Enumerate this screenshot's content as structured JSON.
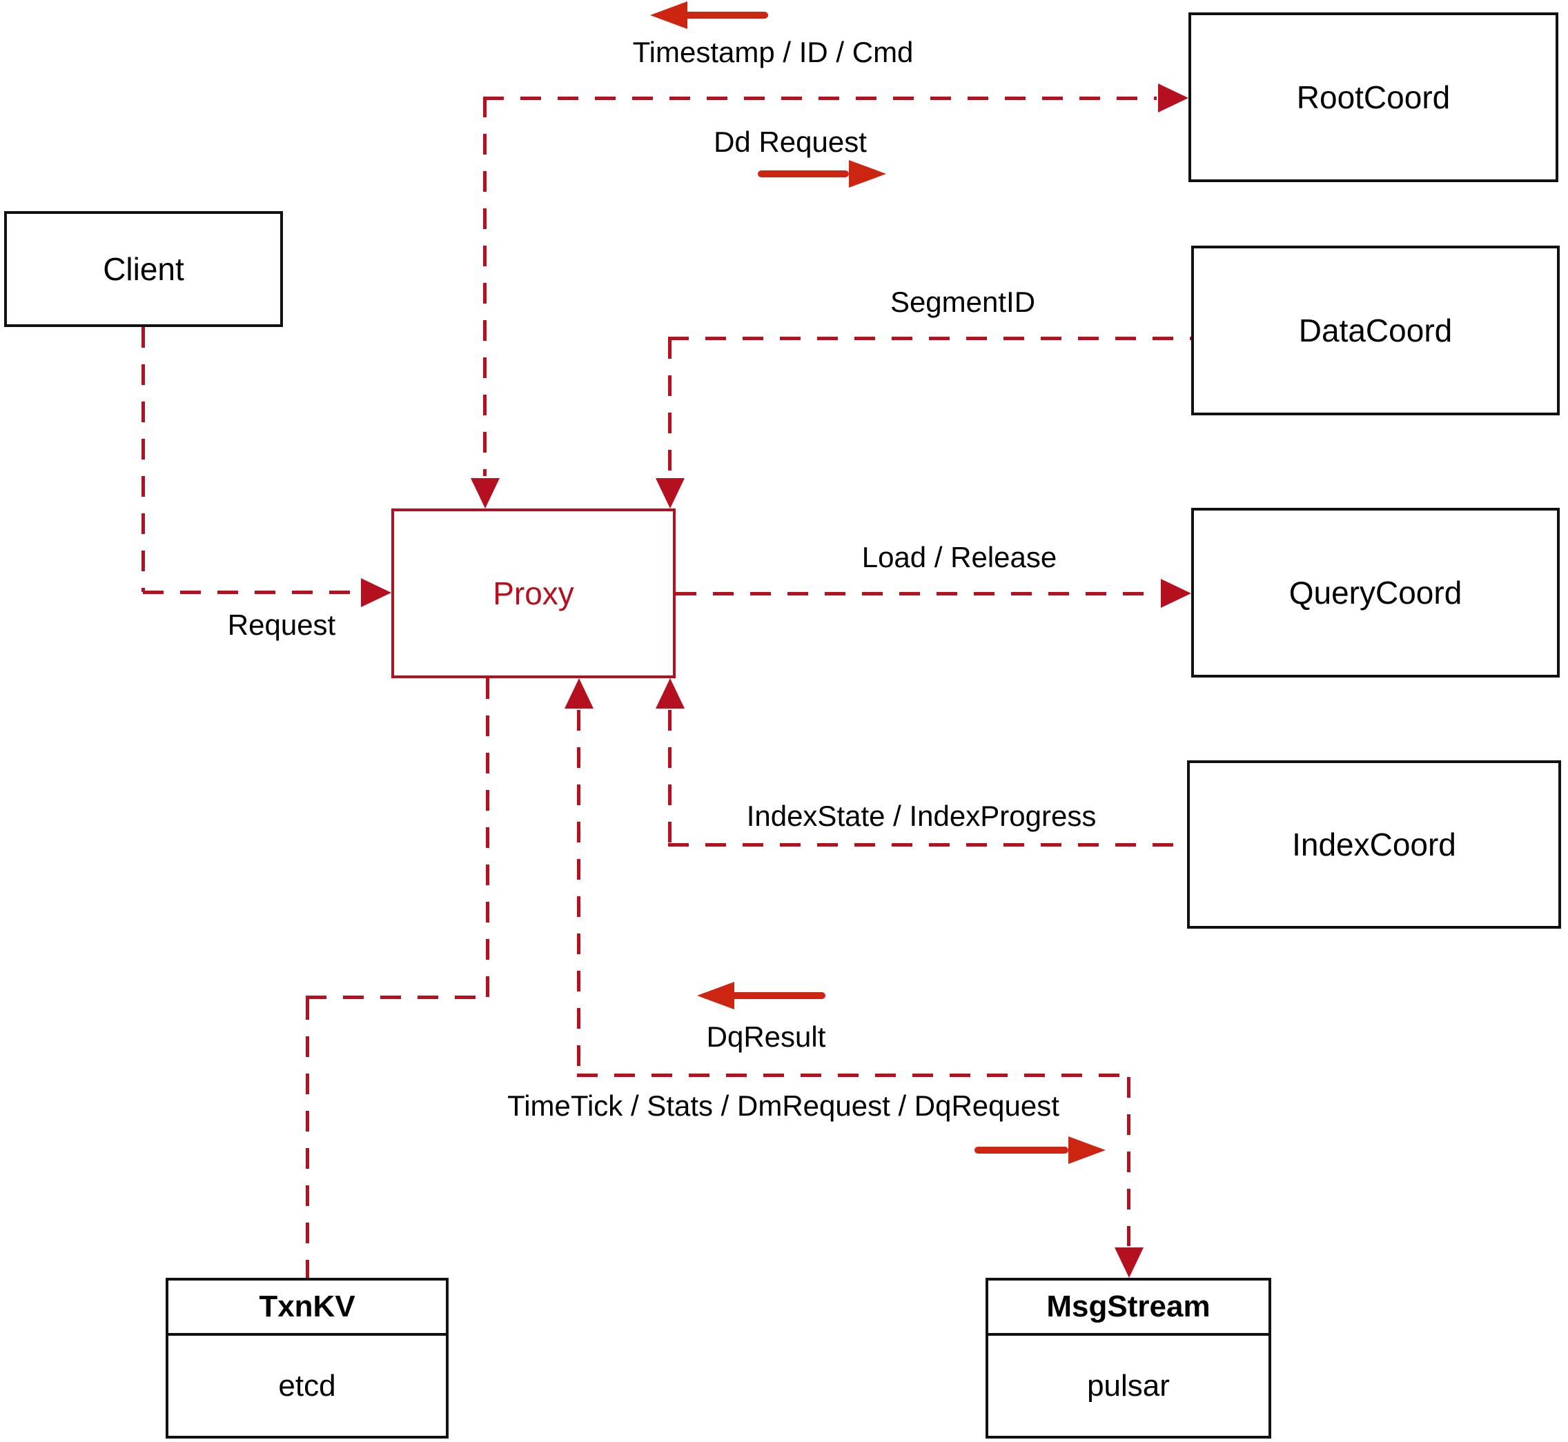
{
  "diagram": {
    "nodes": {
      "client": {
        "label": "Client"
      },
      "proxy": {
        "label": "Proxy"
      },
      "root_coord": {
        "label": "RootCoord"
      },
      "data_coord": {
        "label": "DataCoord"
      },
      "query_coord": {
        "label": "QueryCoord"
      },
      "index_coord": {
        "label": "IndexCoord"
      },
      "txn_kv": {
        "title": "TxnKV",
        "impl": "etcd"
      },
      "msg_stream": {
        "title": "MsgStream",
        "impl": "pulsar"
      }
    },
    "edge_labels": {
      "timestamp_id_cmd": "Timestamp / ID / Cmd",
      "dd_request": "Dd Request",
      "request": "Request",
      "segment_id": "SegmentID",
      "load_release": "Load / Release",
      "index_state_progress": "IndexState / IndexProgress",
      "dq_result": "DqResult",
      "timetick_stats": "TimeTick / Stats / DmRequest / DqRequest"
    },
    "colors": {
      "line_red": "#b5101f",
      "arrow_red": "#cc2512",
      "box_black": "#111111"
    }
  }
}
